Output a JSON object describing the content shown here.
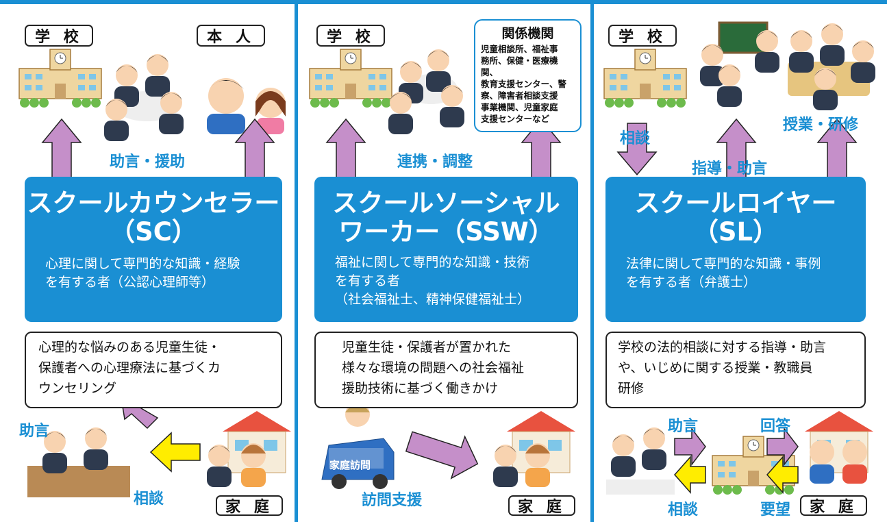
{
  "colors": {
    "accent_blue": "#1a8fd3",
    "arrow_purple": "#c58fc9",
    "arrow_yellow": "#ffed00"
  },
  "sc": {
    "label_school": "学 校",
    "label_self": "本 人",
    "support_label": "助言・援助",
    "role_name_line1": "スクールカウンセラー",
    "role_name_line2": "（SC）",
    "role_desc": "心理に関して専門的な知識・経験\nを有する者（公認心理師等）",
    "desc": "心理的な悩みのある児童生徒・\n保護者への心理療法に基づくカ\nウンセリング",
    "advice_label": "助言",
    "consult_label": "相談",
    "label_home": "家 庭"
  },
  "ssw": {
    "label_school": "学 校",
    "agency_title": "関係機関",
    "agency_body": "児童相談所、福祉事\n務所、保健・医療機関、\n教育支援センター、警\n察、障害者相談支援\n事業機関、児童家庭\n支援センターなど",
    "coord_label": "連携・調整",
    "role_name_line1": "スクールソーシャル",
    "role_name_line2": "ワーカー（SSW）",
    "role_desc": "福祉に関して専門的な知識・技術\nを有する者\n（社会福祉士、精神保健福祉士）",
    "desc": "児童生徒・保護者が置かれた\n様々な環境の問題への社会福祉\n援助技術に基づく働きかけ",
    "car_text": "家庭訪問",
    "visit_label": "訪問支援",
    "label_home": "家 庭"
  },
  "sl": {
    "label_school": "学 校",
    "consult_label": "相談",
    "guide_label": "指導・助言",
    "class_label": "授業・研修",
    "role_name_line1": "スクールロイヤー",
    "role_name_line2": "（SL）",
    "role_desc": "法律に関して専門的な知識・事例\nを有する者（弁護士）",
    "desc": "学校の法的相談に対する指導・助言\nや、いじめに関する授業・教職員\n研修",
    "advice_label": "助言",
    "answer_label": "回答",
    "consult2_label": "相談",
    "request_label": "要望",
    "label_home": "家 庭"
  }
}
